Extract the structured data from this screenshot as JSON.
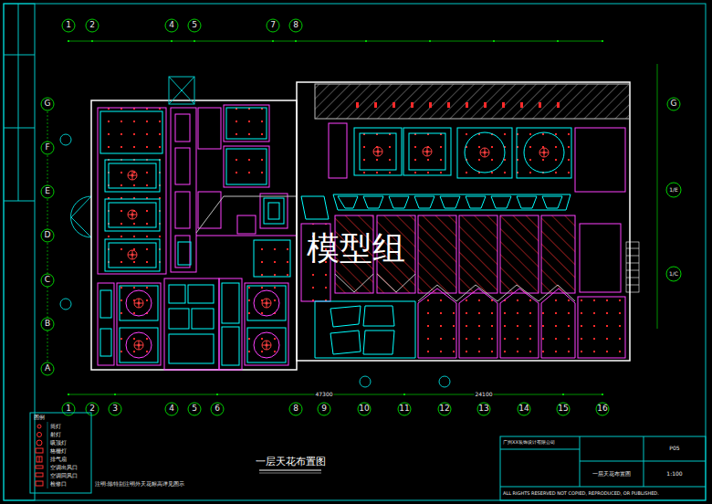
{
  "diagram": {
    "title": "一层天花布置图",
    "labels": [
      "1",
      "2",
      "4",
      "5",
      "7",
      "8",
      "G",
      "F",
      "E",
      "D",
      "C",
      "B",
      "A",
      "1",
      "2",
      "3",
      "4",
      "5",
      "6",
      "8",
      "9",
      "10",
      "11",
      "12",
      "13",
      "14",
      "15",
      "16",
      "G",
      "1/E",
      "1/C",
      "模型组",
      "图例",
      "注明:除特别注明外天花标高详见图示",
      "广州XX装饰设计有限公司",
      "ALL RIGHTS RESERVED NOT COPIED, REPRODUCED, OR PUBLISHED.",
      "P05",
      "1:100",
      "一层天花布置图",
      "47300",
      "24100"
    ],
    "legend": [
      {
        "text": "筒灯"
      },
      {
        "text": "射灯"
      },
      {
        "text": "吸顶灯"
      },
      {
        "text": "格栅灯"
      },
      {
        "text": "排气扇"
      },
      {
        "text": "空调出风口"
      },
      {
        "text": "空调回风口"
      },
      {
        "text": "检修口"
      }
    ]
  }
}
